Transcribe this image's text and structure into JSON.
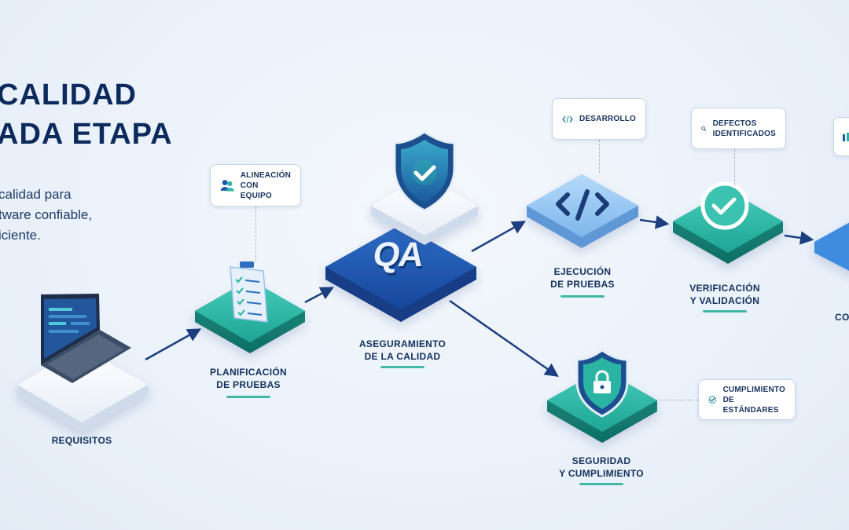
{
  "header": {
    "title_line1": "CALIDAD",
    "title_line2": "ADA ETAPA",
    "subtitle_line1": "calidad para",
    "subtitle_line2": "tware confiable,",
    "subtitle_line3": "iciente."
  },
  "nodes": {
    "requisitos": {
      "label1": "REQUISITOS"
    },
    "planificacion": {
      "label1": "PLANIFICACIÓN",
      "label2": "DE PRUEBAS"
    },
    "aseguramiento": {
      "label1": "ASEGURAMIENTO",
      "label2": "DE LA CALIDAD",
      "badge": "QA"
    },
    "ejecucion": {
      "label1": "EJECUCIÓN",
      "label2": "DE PRUEBAS"
    },
    "verificacion": {
      "label1": "VERIFICACIÓN",
      "label2": "Y VALIDACIÓN"
    },
    "seguridad": {
      "label1": "SEGURIDAD",
      "label2": "Y CUMPLIMIENTO"
    },
    "cortado": {
      "label1": "CO"
    }
  },
  "callouts": {
    "alineacion": {
      "line1": "ALINEACIÓN",
      "line2": "CON EQUIPO"
    },
    "desarrollo": {
      "line1": "DESARROLLO"
    },
    "defectos": {
      "line1": "DEFECTOS",
      "line2": "IDENTIFICADOS"
    },
    "cumplimiento": {
      "line1": "CUMPLIMIENTO",
      "line2": "DE ESTÁNDARES"
    }
  },
  "colors": {
    "navy": "#0d2a5c",
    "teal": "#2bb3a3",
    "blue": "#1f57b0",
    "light_blue": "#8ec2f2",
    "arrow": "#1d3f80"
  }
}
